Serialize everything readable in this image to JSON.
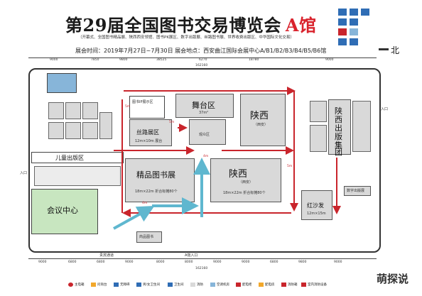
{
  "title": {
    "main": "第29届全国图书交易博览会",
    "hall": "A馆"
  },
  "subtitle": "（开幕式、全国图书精品展、陕西西安领馆、图书PK展区、数字出版展、丝路图书展、世界收费出版区、中华国际文化交易）",
  "dates": "展会时间：2019年7月27日~7月30日   展会地点：西安曲江国际会展中心A/B1/B2/B3/B4/B5/B6馆",
  "north": "北",
  "zones": {
    "stage": "舞台区",
    "stage_sub": "37m²",
    "shaanxi_top": "陕西",
    "shaanxi_top_sub": "（西安）",
    "silk": "丝路展区",
    "silk_sub": "12m×10m 展台",
    "book_pk": "图书IP展示区",
    "audience": "观众区",
    "children": "儿童出版区",
    "jingpin": "精品图书展",
    "jingpin_sub": "18m×22m 折合标摊80个",
    "shaanxi_mid": "陕西",
    "shaanxi_mid_sub": "（西安）",
    "shaanxi_mid_dim": "18m×22m 折合标摊80个",
    "conference": "会议中心",
    "shaanxi_pub_1": "陕",
    "shaanxi_pub_2": "西",
    "shaanxi_pub_3": "出",
    "shaanxi_pub_4": "版",
    "shaanxi_pub_5": "集",
    "shaanxi_pub_6": "团",
    "kalasha": "红沙发",
    "kalasha_sub": "12m×15m",
    "digital": "数字出版展",
    "boutique": "商品图书",
    "vip": "贵宾通道",
    "entrance_left": "入口",
    "entrance_right": "入口",
    "main_gate": "A馆入口"
  },
  "dimensions": {
    "top": [
      "9000",
      "7850",
      "9800",
      "38525",
      "6270",
      "18780",
      "9000"
    ],
    "top_total": "162160",
    "bottom": [
      "9000",
      "6800",
      "6800",
      "9000",
      "8000",
      "8000",
      "9000",
      "9000",
      "6800",
      "9800",
      "9000"
    ],
    "bottom_total": "162160"
  },
  "arrow_labels": [
    "5m",
    "5m",
    "4m",
    "4m",
    "5m"
  ],
  "legend": [
    {
      "label": "主电箱",
      "color": "#c9252c"
    },
    {
      "label": "问询台",
      "color": "#f2a82c"
    },
    {
      "label": "无障碍",
      "color": "#2f6db5"
    },
    {
      "label": "男/女卫生间",
      "color": "#2f6db5"
    },
    {
      "label": "卫生间",
      "color": "#2f6db5"
    },
    {
      "label": "消防",
      "color": "#d9d9d9"
    },
    {
      "label": "空调机房",
      "color": "#87b5d9"
    },
    {
      "label": "配电柜",
      "color": "#c9252c"
    },
    {
      "label": "配电房",
      "color": "#f2a82c"
    },
    {
      "label": "消防箱",
      "color": "#c9252c"
    },
    {
      "label": "室内消防设备",
      "color": "#c9252c"
    }
  ],
  "watermark": "萌探说"
}
